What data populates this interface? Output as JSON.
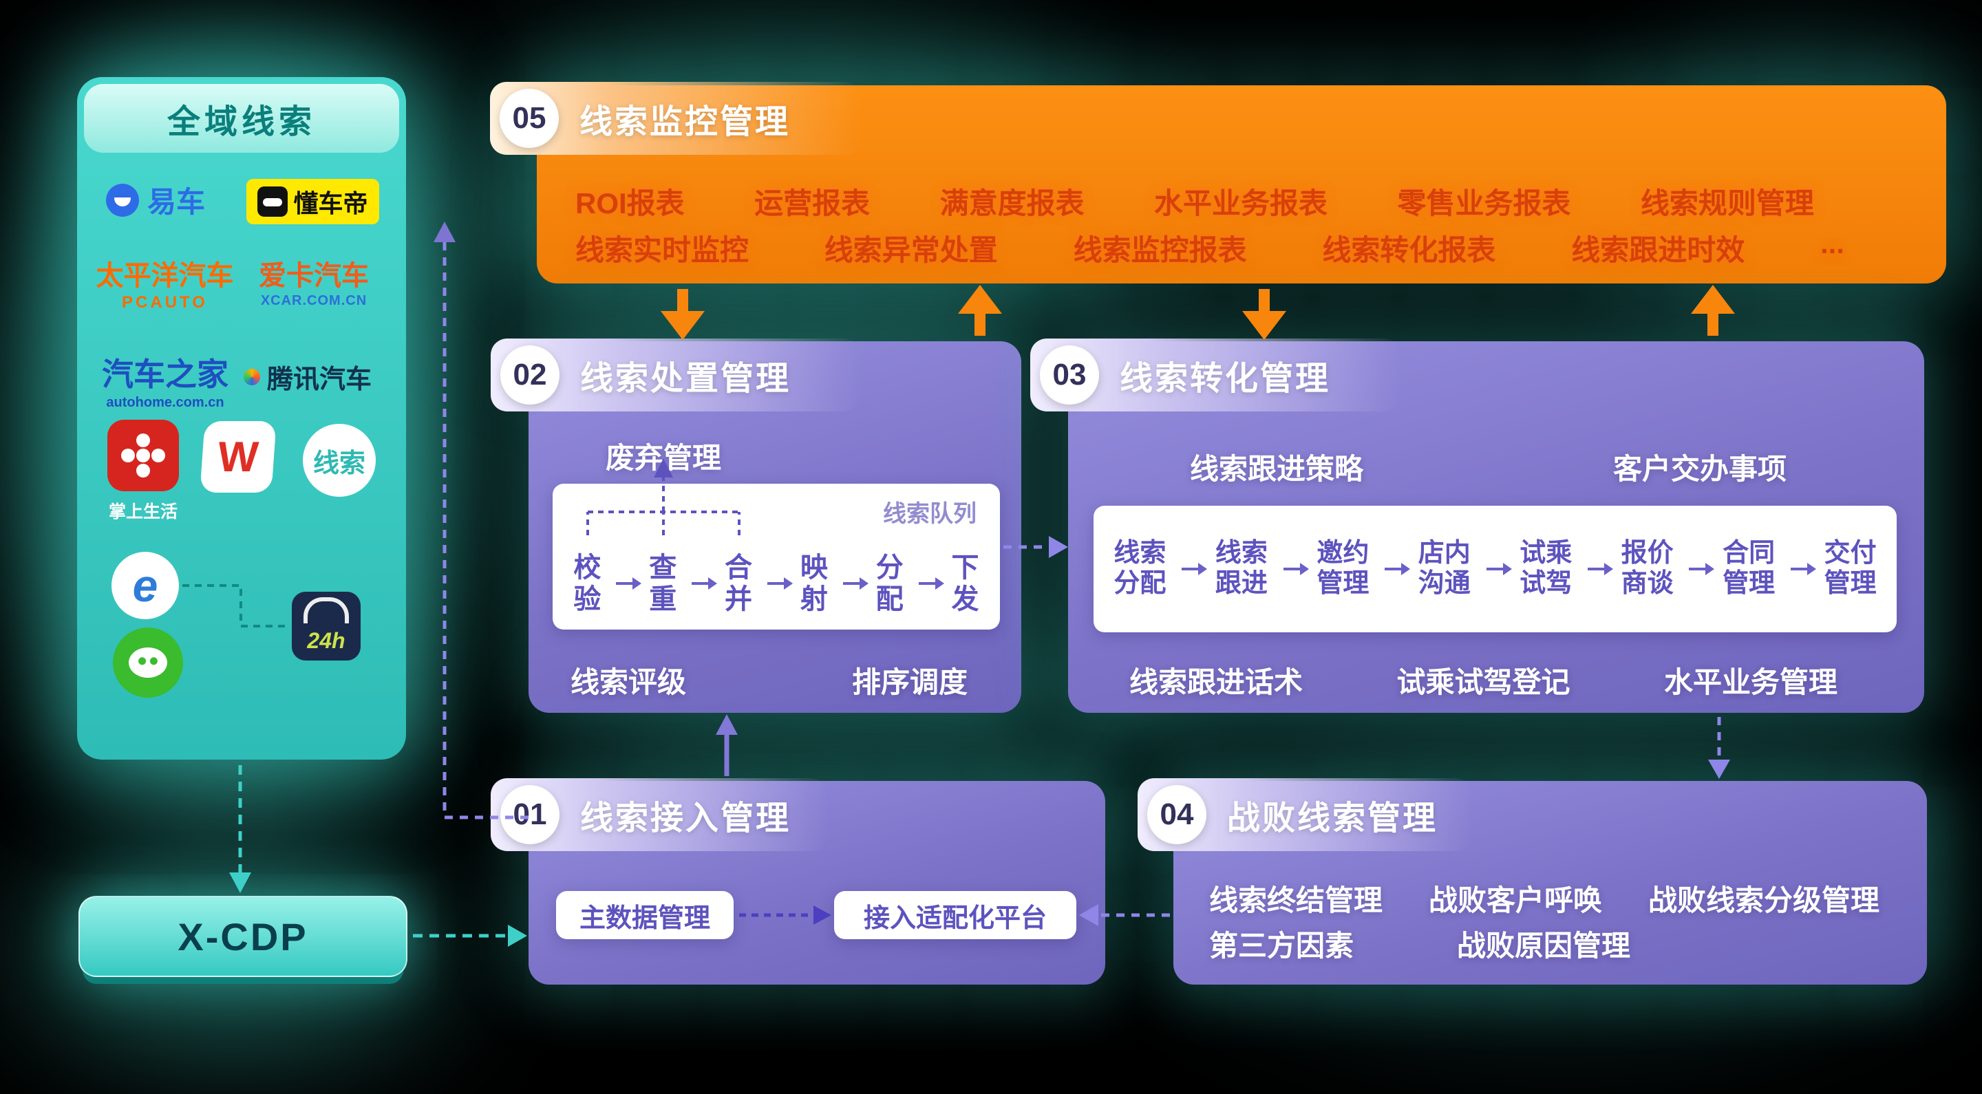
{
  "colors": {
    "teal": "#3ED0C8",
    "purple": "#7E74D2",
    "orange": "#F8860D"
  },
  "panel": {
    "title": "全域线索",
    "yiche": "易车",
    "dongchedi": "懂车帝",
    "pcauto": "太平洋汽车",
    "pcauto_sub": "PCAUTO",
    "xcar": "爱卡汽车",
    "xcar_sub": "XCAR.COM.CN",
    "autohome": "汽车之家",
    "autohome_sub": "autohome.com.cn",
    "tencent": "腾讯汽车",
    "zhangshang": "掌上生活",
    "wlogo": "W",
    "xiansuo": "线索",
    "ie": "e",
    "h24": "24h"
  },
  "xcdp": "X-CDP",
  "m05": {
    "num": "05",
    "title": "线索监控管理",
    "row1": [
      "ROI报表",
      "运营报表",
      "满意度报表",
      "水平业务报表",
      "零售业务报表",
      "线索规则管理"
    ],
    "row2": [
      "线索实时监控",
      "线索异常处置",
      "线索监控报表",
      "线索转化报表",
      "线索跟进时效",
      "..."
    ]
  },
  "m02": {
    "num": "02",
    "title": "线索处置管理",
    "discard": "废弃管理",
    "queue": "线索队列",
    "flow": [
      "校验",
      "查重",
      "合并",
      "映射",
      "分配",
      "下发"
    ],
    "bottom": [
      "线索评级",
      "排序调度"
    ]
  },
  "m03": {
    "num": "03",
    "title": "线索转化管理",
    "top": [
      "线索跟进策略",
      "客户交办事项"
    ],
    "flow": [
      "线索分配",
      "线索跟进",
      "邀约管理",
      "店内沟通",
      "试乘试驾",
      "报价商谈",
      "合同管理",
      "交付管理"
    ],
    "bottom": [
      "线索跟进话术",
      "试乘试驾登记",
      "水平业务管理"
    ]
  },
  "m01": {
    "num": "01",
    "title": "线索接入管理",
    "items": [
      "主数据管理",
      "接入适配化平台"
    ]
  },
  "m04": {
    "num": "04",
    "title": "战败线索管理",
    "row1": [
      "线索终结管理",
      "战败客户呼唤",
      "战败线索分级管理"
    ],
    "row2": [
      "第三方因素",
      "战败原因管理"
    ]
  }
}
